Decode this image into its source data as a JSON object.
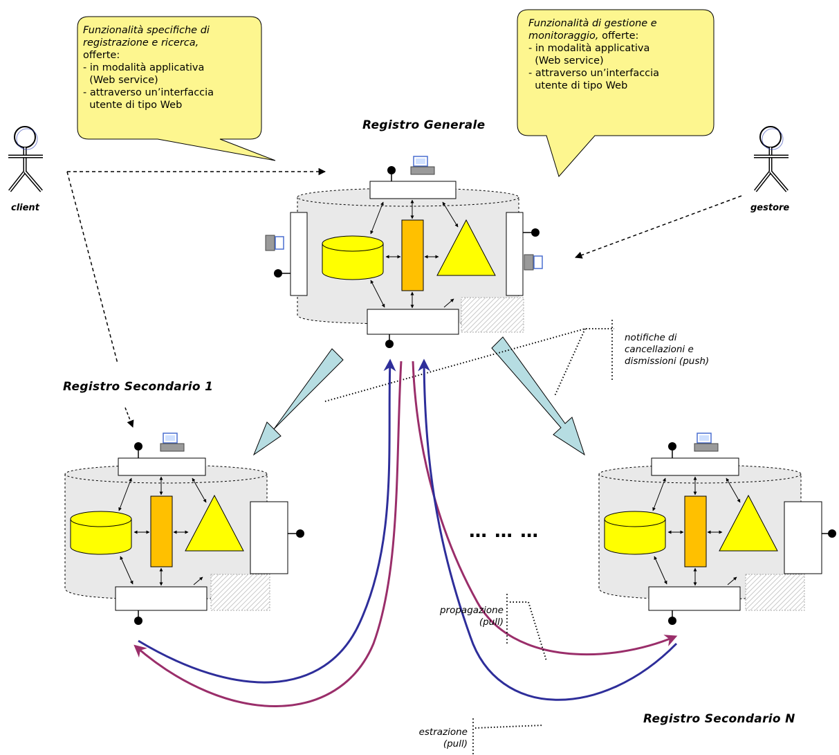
{
  "callouts": {
    "left": {
      "lines": [
        {
          "text": "Funzionalità specifiche di",
          "italic": true
        },
        {
          "text": "registrazione e ricerca,",
          "italic": true
        },
        {
          "text": "offerte:",
          "italic": false
        },
        {
          "text": "- in modalità applicativa",
          "italic": false
        },
        {
          "text": "  (Web service)",
          "italic": false
        },
        {
          "text": "- attraverso un’interfaccia",
          "italic": false
        },
        {
          "text": "  utente di tipo Web",
          "italic": false
        }
      ]
    },
    "right": {
      "lines": [
        {
          "text": "Funzionalità di gestione e",
          "italic": true
        },
        {
          "text": "monitoraggio,",
          "italic": true,
          "suffix": " offerte:"
        },
        {
          "text": "- in modalità applicativa",
          "italic": false
        },
        {
          "text": "  (Web service)",
          "italic": false
        },
        {
          "text": "- attraverso un’interfaccia",
          "italic": false
        },
        {
          "text": "  utente di tipo Web",
          "italic": false
        }
      ]
    }
  },
  "titles": {
    "general": "Registro Generale",
    "secondary_1": "Registro Secondario 1",
    "secondary_n": "Registro Secondario N"
  },
  "actors": {
    "client": "client",
    "gestore": "gestore"
  },
  "annotations": {
    "notifiche": [
      "notifiche di",
      "cancellazioni e",
      "dismissioni (push)"
    ],
    "propagazione": [
      "propagazione",
      "(pull)"
    ],
    "estrazione": [
      "estrazione",
      "(pull)"
    ]
  },
  "ellipsis": "… … …",
  "colors": {
    "callout_fill": "#fdf68f",
    "db_fill": "#ffff00",
    "core_fill": "#ffc000",
    "registry_bg": "#e9e9e9",
    "big_arrow": "#b6dde2",
    "propagation_line": "#2e2e9a",
    "extraction_line": "#9a2e6a"
  }
}
